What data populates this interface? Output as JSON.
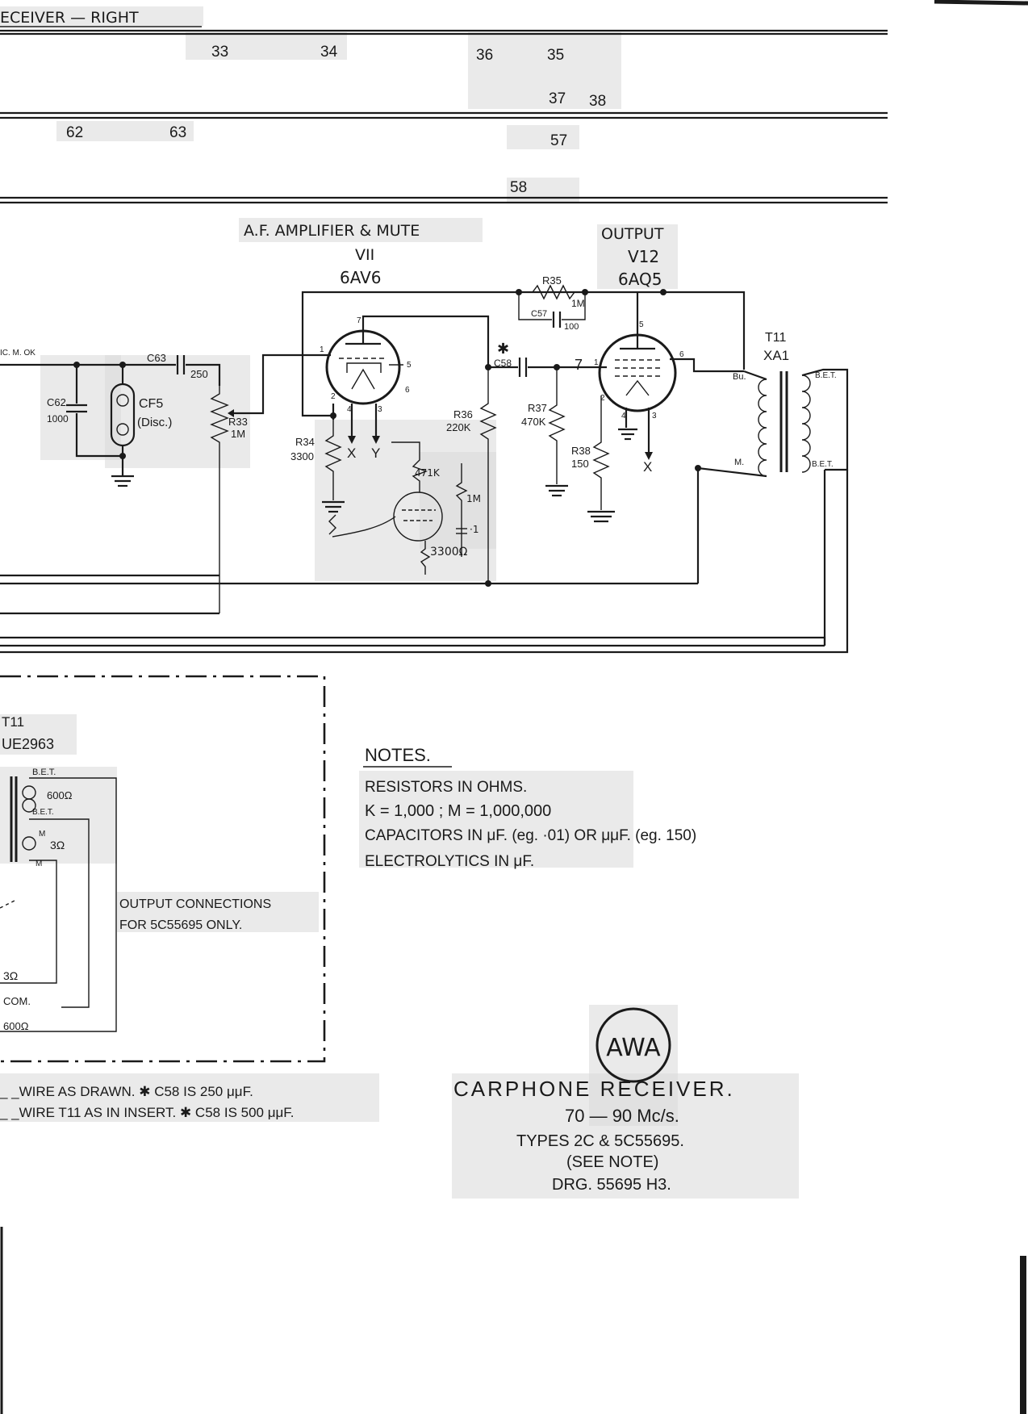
{
  "header": {
    "title_fragment": "ECEIVER — RIGHT"
  },
  "wire_numbers": {
    "n33": "33",
    "n34": "34",
    "n36": "36",
    "n35": "35",
    "n37": "37",
    "n38": "38",
    "n62": "62",
    "n63": "63",
    "n57": "57",
    "n58": "58"
  },
  "stages": {
    "af_amp": "A.F. AMPLIFIER & MUTE",
    "v11_name": "VII",
    "v11_type": "6AV6",
    "output": "OUTPUT",
    "v12_name": "V12",
    "v12_type": "6AQ5"
  },
  "components": {
    "c63": "C63",
    "c63_val": "250",
    "c62": "C62",
    "c62_val": "1000",
    "cf5": "CF5",
    "cf5_sub": "(Disc.)",
    "r33": "R33",
    "r33_val": "1M",
    "r34": "R34",
    "r34_val": "3300",
    "r35": "R35",
    "r35_val": "1M",
    "c57": "C57",
    "c57_val": "100",
    "c58": "C58",
    "c58_star": "✱",
    "r36": "R36",
    "r36_val": "220K",
    "r37": "R37",
    "r37_val": "470K",
    "r38": "R38",
    "r38_val": "150",
    "t11": "T11",
    "t11_code": "XA1",
    "bu": "Bu.",
    "m": "M.",
    "bet1": "B.E.T.",
    "bet2": "B.E.T.",
    "x1": "X",
    "y1": "Y",
    "x2": "X",
    "mute_471k": "471K",
    "mute_1m": "1M",
    "mute_cap": "·1",
    "mute_3300": "3300Ω",
    "left_fragment": "IC. M. OK"
  },
  "pins": {
    "v11": [
      "1",
      "2",
      "4",
      "3",
      "5",
      "6",
      "7"
    ],
    "v12": [
      "1",
      "2",
      "4",
      "3",
      "5",
      "6",
      "7"
    ]
  },
  "insert": {
    "title": "T11",
    "code": "UE2963",
    "bet_a": "B.E.T.",
    "ohm600_a": "600Ω",
    "bet_b": "B.E.T.",
    "m_a": "M",
    "ohm3_a": "3Ω",
    "m_b": "M",
    "ohm3_b": "3Ω",
    "com": "COM.",
    "ohm600_b": "600Ω",
    "caption_1": "OUTPUT CONNECTIONS",
    "caption_2": "FOR 5C55695 ONLY."
  },
  "notes": {
    "heading": "NOTES.",
    "line1": "RESISTORS IN OHMS.",
    "line2": "K = 1,000 ;  M = 1,000,000",
    "line3": "CAPACITORS IN μF. (eg. ·01) OR μμF. (eg. 150)",
    "line4": "ELECTROLYTICS IN μF."
  },
  "legend": {
    "line1": "_ _WIRE AS DRAWN. ✱ C58 IS 250 μμF.",
    "line2": "_ _WIRE T11 AS IN INSERT. ✱ C58 IS 500 μμF."
  },
  "title_block": {
    "logo": "AWA",
    "title": "CARPHONE RECEIVER.",
    "freq": "70 — 90 Mc/s.",
    "types": "TYPES 2C & 5C55695.",
    "see_note": "(SEE NOTE)",
    "drawing": "DRG. 55695 H3."
  }
}
